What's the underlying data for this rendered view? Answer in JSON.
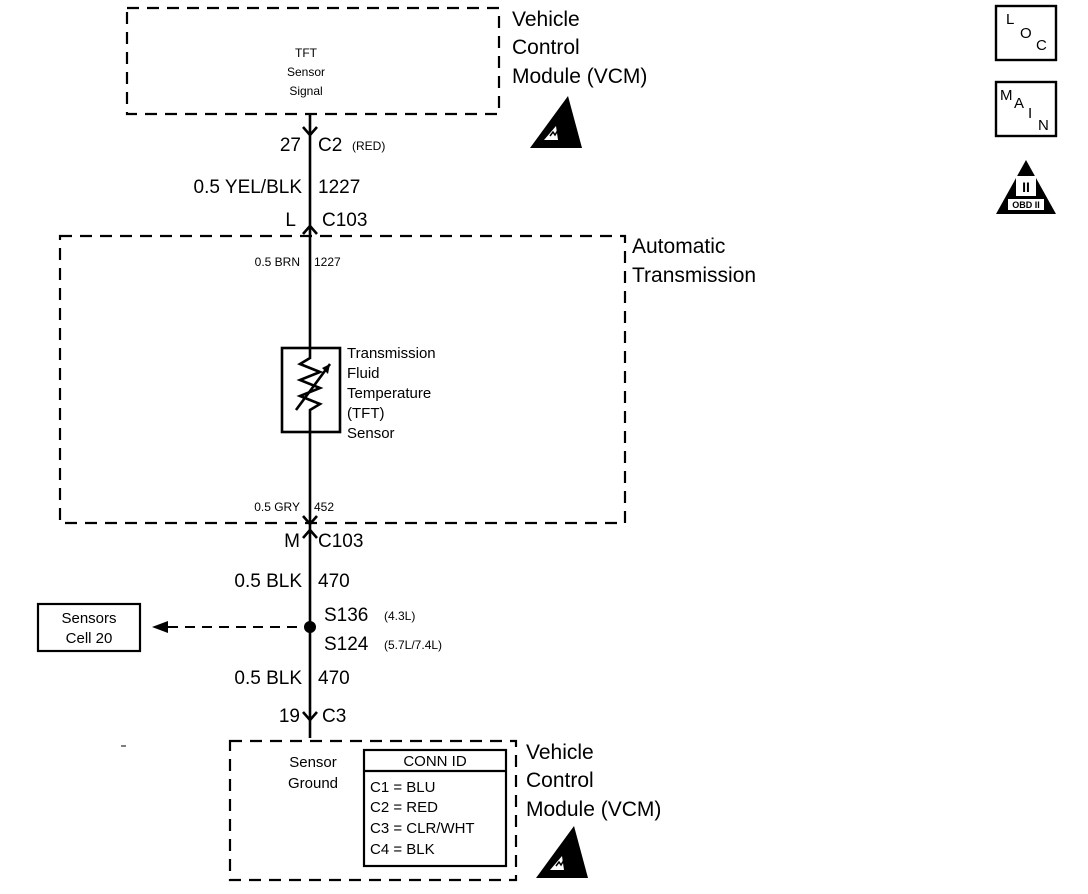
{
  "vcm_top": {
    "signal_lines": [
      "TFT",
      "Sensor",
      "Signal"
    ],
    "title_lines": [
      "Vehicle",
      "Control",
      "Module (VCM)"
    ]
  },
  "connector_c2": {
    "pin": "27",
    "name": "C2",
    "note": "(RED)"
  },
  "wire_1227_top": {
    "gauge_color": "0.5 YEL/BLK",
    "circuit": "1227"
  },
  "connector_c103_top": {
    "pin": "L",
    "name": "C103"
  },
  "trans_box": {
    "title_lines": [
      "Automatic",
      "Transmission"
    ],
    "wire_top": {
      "gauge_color": "0.5 BRN",
      "circuit": "1227"
    },
    "sensor_lines": [
      "Transmission",
      "Fluid",
      "Temperature",
      "(TFT)",
      "Sensor"
    ],
    "wire_bottom": {
      "gauge_color": "0.5 GRY",
      "circuit": "452"
    }
  },
  "connector_c103_bottom": {
    "pin": "M",
    "name": "C103"
  },
  "wire_470_top": {
    "gauge_color": "0.5 BLK",
    "circuit": "470"
  },
  "splices": [
    {
      "name": "S136",
      "note": "(4.3L)"
    },
    {
      "name": "S124",
      "note": "(5.7L/7.4L)"
    }
  ],
  "ref_box": {
    "lines": [
      "Sensors",
      "Cell 20"
    ]
  },
  "wire_470_bottom": {
    "gauge_color": "0.5 BLK",
    "circuit": "470"
  },
  "connector_c3": {
    "pin": "19",
    "name": "C3"
  },
  "vcm_bottom": {
    "ground_lines": [
      "Sensor",
      "Ground"
    ],
    "title_lines": [
      "Vehicle",
      "Control",
      "Module (VCM)"
    ],
    "conn_id": {
      "header": "CONN ID",
      "rows": [
        "C1 = BLU",
        "C2 = RED",
        "C3 = CLR/WHT",
        "C4 = BLK"
      ]
    }
  },
  "side_icons": {
    "loc": [
      "L",
      "O",
      "C"
    ],
    "main": [
      "M",
      "A",
      "I",
      "N"
    ],
    "obd_label": "OBD II",
    "obd_numeral": "II"
  }
}
